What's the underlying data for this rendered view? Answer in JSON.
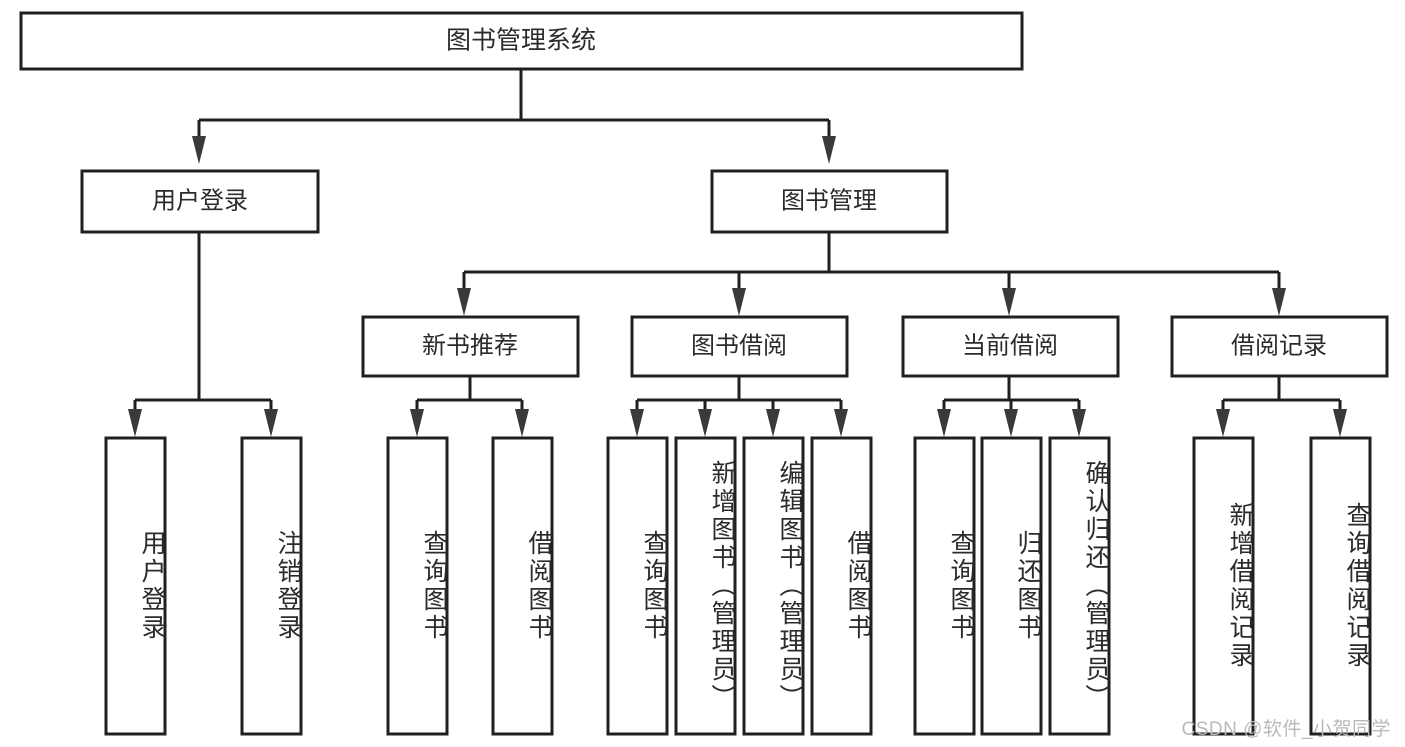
{
  "chart_data": {
    "type": "diagram",
    "title": "图书管理系统",
    "subtype": "tree-hierarchy",
    "orientation": "top-down",
    "root": "图书管理系统",
    "levels": 4,
    "nodes": [
      {
        "id": "n0",
        "label": "图书管理系统",
        "level": 0,
        "orientation": "horizontal"
      },
      {
        "id": "n1",
        "label": "用户登录",
        "level": 1,
        "orientation": "horizontal",
        "parent": "n0"
      },
      {
        "id": "n2",
        "label": "图书管理",
        "level": 1,
        "orientation": "horizontal",
        "parent": "n0"
      },
      {
        "id": "n3",
        "label": "新书推荐",
        "level": 2,
        "orientation": "horizontal",
        "parent": "n2"
      },
      {
        "id": "n4",
        "label": "图书借阅",
        "level": 2,
        "orientation": "horizontal",
        "parent": "n2"
      },
      {
        "id": "n5",
        "label": "当前借阅",
        "level": 2,
        "orientation": "horizontal",
        "parent": "n2"
      },
      {
        "id": "n6",
        "label": "借阅记录",
        "level": 2,
        "orientation": "horizontal",
        "parent": "n2"
      },
      {
        "id": "l1",
        "label": "用户登录",
        "level": 3,
        "orientation": "vertical",
        "parent": "n1"
      },
      {
        "id": "l2",
        "label": "注销登录",
        "level": 3,
        "orientation": "vertical",
        "parent": "n1"
      },
      {
        "id": "l3",
        "label": "查询图书",
        "level": 3,
        "orientation": "vertical",
        "parent": "n3"
      },
      {
        "id": "l4",
        "label": "借阅图书",
        "level": 3,
        "orientation": "vertical",
        "parent": "n3"
      },
      {
        "id": "l5",
        "label": "查询图书",
        "level": 3,
        "orientation": "vertical",
        "parent": "n4"
      },
      {
        "id": "l6",
        "label": "新增图书（管理员）",
        "level": 3,
        "orientation": "vertical",
        "parent": "n4"
      },
      {
        "id": "l7",
        "label": "编辑图书（管理员）",
        "level": 3,
        "orientation": "vertical",
        "parent": "n4"
      },
      {
        "id": "l8",
        "label": "借阅图书",
        "level": 3,
        "orientation": "vertical",
        "parent": "n4"
      },
      {
        "id": "l9",
        "label": "查询图书",
        "level": 3,
        "orientation": "vertical",
        "parent": "n5"
      },
      {
        "id": "l10",
        "label": "归还图书",
        "level": 3,
        "orientation": "vertical",
        "parent": "n5"
      },
      {
        "id": "l11",
        "label": "确认归还（管理员）",
        "level": 3,
        "orientation": "vertical",
        "parent": "n5"
      },
      {
        "id": "l12",
        "label": "新增借阅记录",
        "level": 3,
        "orientation": "vertical",
        "parent": "n6"
      },
      {
        "id": "l13",
        "label": "查询借阅记录",
        "level": 3,
        "orientation": "vertical",
        "parent": "n6"
      }
    ],
    "edges": [
      {
        "from": "n0",
        "to": "n1"
      },
      {
        "from": "n0",
        "to": "n2"
      },
      {
        "from": "n2",
        "to": "n3"
      },
      {
        "from": "n2",
        "to": "n4"
      },
      {
        "from": "n2",
        "to": "n5"
      },
      {
        "from": "n2",
        "to": "n6"
      },
      {
        "from": "n1",
        "to": "l1"
      },
      {
        "from": "n1",
        "to": "l2"
      },
      {
        "from": "n3",
        "to": "l3"
      },
      {
        "from": "n3",
        "to": "l4"
      },
      {
        "from": "n4",
        "to": "l5"
      },
      {
        "from": "n4",
        "to": "l6"
      },
      {
        "from": "n4",
        "to": "l7"
      },
      {
        "from": "n4",
        "to": "l8"
      },
      {
        "from": "n5",
        "to": "l9"
      },
      {
        "from": "n5",
        "to": "l10"
      },
      {
        "from": "n5",
        "to": "l11"
      },
      {
        "from": "n6",
        "to": "l12"
      },
      {
        "from": "n6",
        "to": "l13"
      }
    ],
    "colors": {
      "background": "#ffffff",
      "box_fill": "#ffffff",
      "box_stroke": "#231f20",
      "text": "#2b2b2b",
      "arrow": "#3a3a3a",
      "watermark": "#b9b9b9"
    }
  },
  "diagram": {
    "root": {
      "label": "图书管理系统"
    },
    "level1": {
      "user_login": {
        "label": "用户登录"
      },
      "book_manage": {
        "label": "图书管理"
      }
    },
    "level2": {
      "new_book_rec": {
        "label": "新书推荐"
      },
      "book_borrow": {
        "label": "图书借阅"
      },
      "current_borrow": {
        "label": "当前借阅"
      },
      "borrow_record": {
        "label": "借阅记录"
      }
    },
    "leaves": {
      "user_login_1": {
        "label": "用户登录"
      },
      "user_login_2": {
        "label": "注销登录"
      },
      "rec_1": {
        "label": "查询图书"
      },
      "rec_2": {
        "label": "借阅图书"
      },
      "borrow_1": {
        "label": "查询图书"
      },
      "borrow_2": {
        "label": "新增图书（管理员）"
      },
      "borrow_3": {
        "label": "编辑图书（管理员）"
      },
      "borrow_4": {
        "label": "借阅图书"
      },
      "cur_1": {
        "label": "查询图书"
      },
      "cur_2": {
        "label": "归还图书"
      },
      "cur_3": {
        "label": "确认归还（管理员）"
      },
      "rcd_1": {
        "label": "新增借阅记录"
      },
      "rcd_2": {
        "label": "查询借阅记录"
      }
    }
  },
  "watermark": {
    "text": "CSDN @软件_小贺同学"
  }
}
